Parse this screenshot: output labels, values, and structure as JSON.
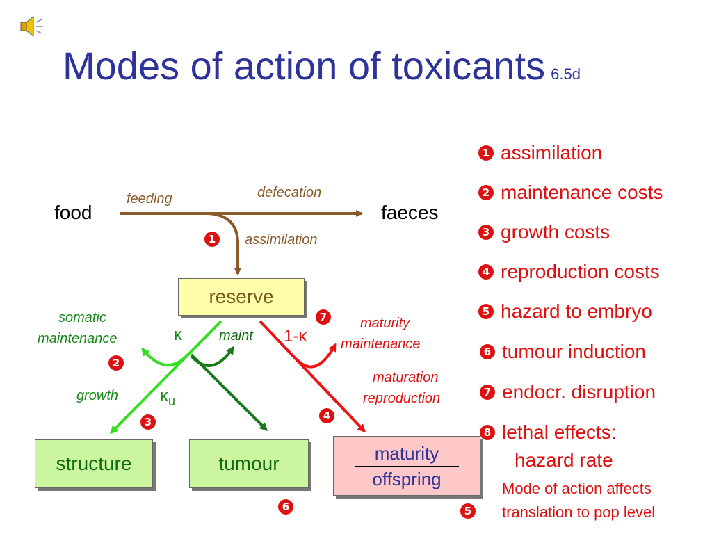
{
  "title": "Modes of action of toxicants",
  "title_ref": "6.5d",
  "icons": {
    "speaker": "speaker-icon"
  },
  "diagram": {
    "food": "food",
    "faeces": "faeces",
    "feeding": "feeding",
    "defecation": "defecation",
    "assimilation": "assimilation",
    "reserve": "reserve",
    "somatic_maintenance_1": "somatic",
    "somatic_maintenance_2": "maintenance",
    "kappa": "κ",
    "maint": "maint",
    "one_minus_kappa": "1-κ",
    "maturity_maintenance_1": "maturity",
    "maturity_maintenance_2": "maintenance",
    "maturation_reproduction_1": "maturation",
    "maturation_reproduction_2": "reproduction",
    "growth": "growth",
    "kappa_u": "κ",
    "kappa_u_sub": "u",
    "structure": "structure",
    "tumour": "tumour",
    "maturity": "maturity",
    "offspring": "offspring",
    "markers": {
      "m1": "1",
      "m2": "2",
      "m3": "3",
      "m4": "4",
      "m5": "5",
      "m6": "6",
      "m7": "7"
    }
  },
  "legend": [
    {
      "num": "1",
      "text": "assimilation"
    },
    {
      "num": "2",
      "text": "maintenance costs"
    },
    {
      "num": "3",
      "text": "growth costs"
    },
    {
      "num": "4",
      "text": "reproduction costs"
    },
    {
      "num": "5",
      "text": "hazard to embryo"
    },
    {
      "num": "6",
      "text": "tumour induction"
    },
    {
      "num": "7",
      "text": "endocr. disruption"
    },
    {
      "num": "8",
      "text": "lethal effects:"
    }
  ],
  "legend_extra": "hazard rate",
  "note": "Mode of action affects translation to pop level",
  "colors": {
    "title": "#2e3399",
    "brown": "#8b5a2b",
    "green_light": "#33dd22",
    "green_dark": "#1a7a1a",
    "red": "#ee1111"
  }
}
